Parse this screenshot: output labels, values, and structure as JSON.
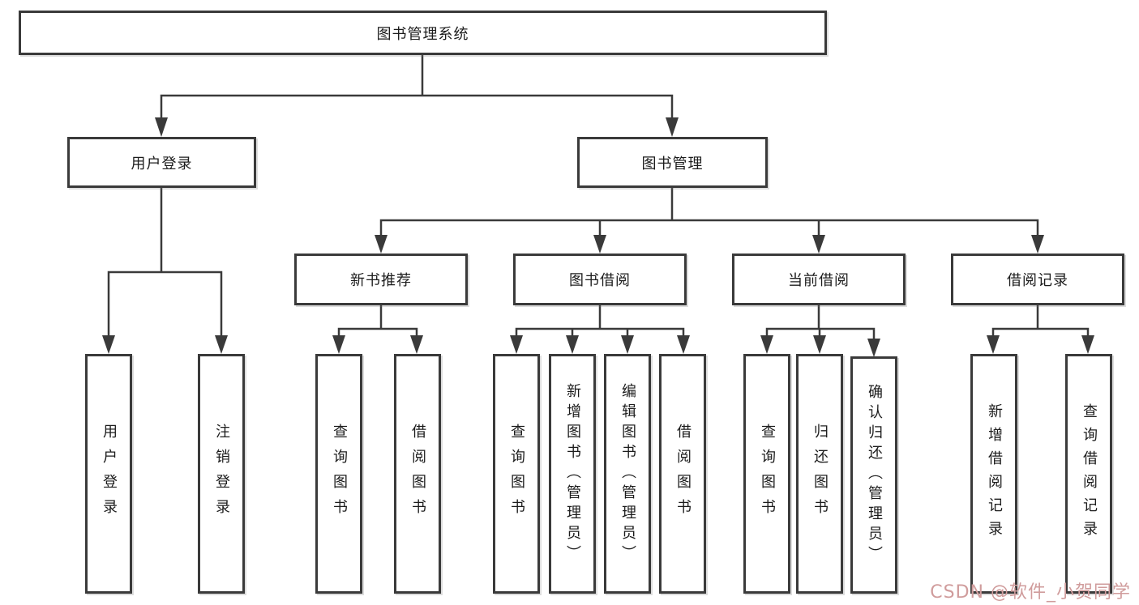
{
  "diagram": {
    "tree": {
      "label": "图书管理系统",
      "children": [
        {
          "label": "用户登录",
          "children": [
            {
              "label": "用户登录"
            },
            {
              "label": "注销登录"
            }
          ]
        },
        {
          "label": "图书管理",
          "children": [
            {
              "label": "新书推荐",
              "children": [
                {
                  "label": "查询图书"
                },
                {
                  "label": "借阅图书"
                }
              ]
            },
            {
              "label": "图书借阅",
              "children": [
                {
                  "label": "查询图书"
                },
                {
                  "label": "新增图书（管理员）"
                },
                {
                  "label": "编辑图书（管理员）"
                },
                {
                  "label": "借阅图书"
                }
              ]
            },
            {
              "label": "当前借阅",
              "children": [
                {
                  "label": "查询图书"
                },
                {
                  "label": "归还图书"
                },
                {
                  "label": "确认归还（管理员）"
                }
              ]
            },
            {
              "label": "借阅记录",
              "children": [
                {
                  "label": "新增借阅记录"
                },
                {
                  "label": "查询借阅记录"
                }
              ]
            }
          ]
        }
      ]
    }
  },
  "watermark": {
    "text": "CSDN @软件_小贺同学"
  },
  "colors": {
    "line": "#3a3a3a",
    "box_border": "#3a3a3a",
    "text": "#1c1c1c",
    "background": "#ffffff",
    "watermark": "#d09c9c"
  }
}
